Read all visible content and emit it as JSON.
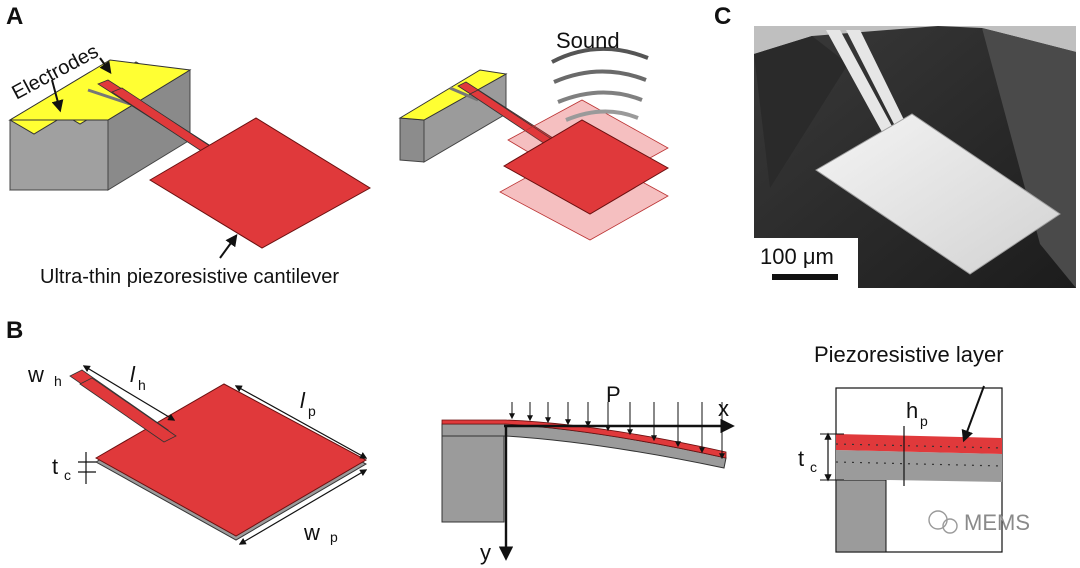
{
  "panels": {
    "a": {
      "letter": "A",
      "electrodes_label": "Electrodes",
      "sound_label": "Sound",
      "cantilever_label": "Ultra-thin piezoresistive cantilever"
    },
    "b": {
      "letter": "B",
      "wh_main": "w",
      "wh_sub": "h",
      "lh_main": "l",
      "lh_sub": "h",
      "lp_main": "l",
      "lp_sub": "p",
      "tc_main": "t",
      "tc_sub": "c",
      "wp_main": "w",
      "wp_sub": "p",
      "load_label": "P",
      "x_axis": "x",
      "y_axis": "y",
      "layer_label": "Piezoresistive layer",
      "hp_main": "h",
      "hp_sub": "p",
      "tc2_main": "t",
      "tc2_sub": "c"
    },
    "c": {
      "letter": "C",
      "scale_bar_label": "100 μm"
    }
  },
  "watermark": "MEMS",
  "colors": {
    "electrode": "#ffff33",
    "cantilever": "#e0393b",
    "substrate": "#9b9b9b",
    "sound_wave": "#555555"
  }
}
